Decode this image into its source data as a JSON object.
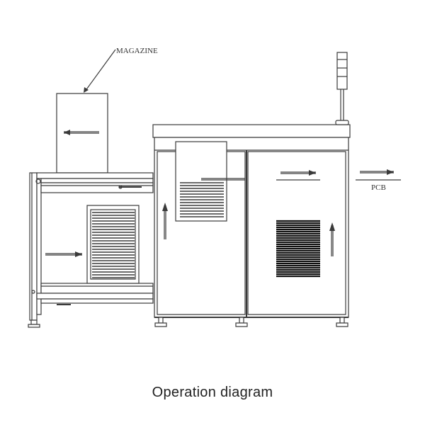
{
  "labels": {
    "magazine": "MAGAZINE",
    "pcb": "PCB"
  },
  "caption": "Operation diagram",
  "colors": {
    "line": "#3a3a3a",
    "stripe": "#111111",
    "background": "#ffffff"
  }
}
